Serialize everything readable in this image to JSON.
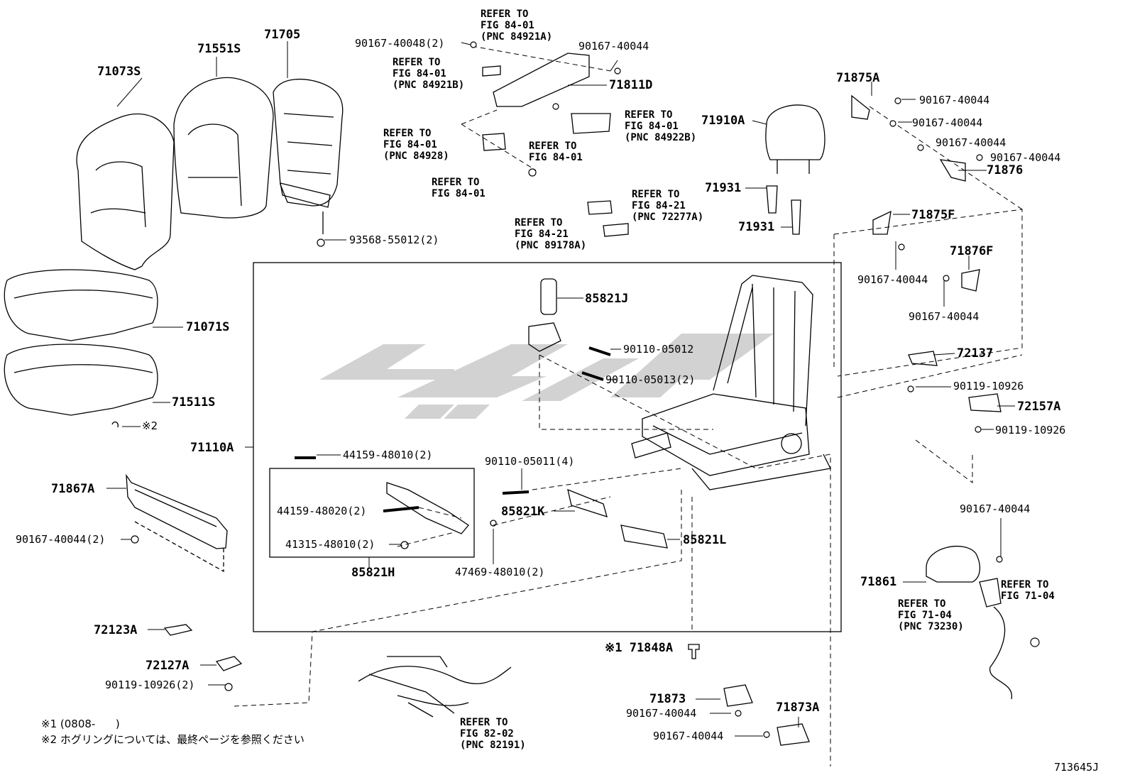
{
  "labels": {
    "p71073S": "71073S",
    "p71551S": "71551S",
    "p71705": "71705",
    "p93568": "93568-55012(2)",
    "p71071S": "71071S",
    "p71511S": "71511S",
    "p_ring2": "※2",
    "p71110A": "71110A",
    "p71867A": "71867A",
    "p90167_2": "90167-40044(2)",
    "p72123A": "72123A",
    "p72127A": "72127A",
    "p90119_2": "90119-10926(2)",
    "p90167_40048": "90167-40048(2)",
    "p90167_top": "90167-40044",
    "p71811D": "71811D",
    "p71910A": "71910A",
    "p71931a": "71931",
    "p71931b": "71931",
    "p85821J": "85821J",
    "p90110_05012": "90110-05012",
    "p90110_05013": "90110-05013(2)",
    "p44159_48010": "44159-48010(2)",
    "p44159_48020": "44159-48020(2)",
    "p41315": "41315-48010(2)",
    "p85821H": "85821H",
    "p90110_05011": "90110-05011(4)",
    "p85821K": "85821K",
    "p47469": "47469-48010(2)",
    "p85821L": "85821L",
    "p71848A": "※1 71848A",
    "p71873": "71873",
    "p90167_bot1": "90167-40044",
    "p90167_bot2": "90167-40044",
    "p71873A": "71873A",
    "p71875A": "71875A",
    "p90167_r1": "90167-40044",
    "p90167_r2": "90167-40044",
    "p90167_r3": "90167-40044",
    "p90167_r4": "90167-40044",
    "p71876": "71876",
    "p71875F": "71875F",
    "p71876F": "71876F",
    "p90167_r5": "90167-40044",
    "p90167_r6": "90167-40044",
    "p72137": "72137",
    "p90119_r1": "90119-10926",
    "p72157A": "72157A",
    "p90119_r2": "90119-10926",
    "p90167_r7": "90167-40044",
    "p71861": "71861",
    "figcode": "713645J"
  },
  "refs": {
    "r1": "REFER TO\nFIG 84-01\n(PNC 84921A)",
    "r2": "REFER TO\nFIG 84-01\n(PNC 84921B)",
    "r3": "REFER TO\nFIG 84-01\n(PNC 84922B)",
    "r4": "REFER TO\nFIG 84-01\n(PNC 84928)",
    "r5": "REFER TO\nFIG 84-01",
    "r6": "REFER TO\nFIG 84-01",
    "r7": "REFER TO\nFIG 84-21\n(PNC 72277A)",
    "r8": "REFER TO\nFIG 84-21\n(PNC 89178A)",
    "r9": "REFER TO\nFIG 82-02\n(PNC 82191)",
    "r10": "REFER TO\nFIG 71-04\n(PNC 73230)",
    "r11": "REFER TO\nFIG 71-04"
  },
  "notes": {
    "n1": "※1 (0808-      )",
    "n2": "※2 ホグリングについては、最終ページを参照ください"
  },
  "colors": {
    "line": "#000000",
    "watermark": "#d2d2d2"
  }
}
